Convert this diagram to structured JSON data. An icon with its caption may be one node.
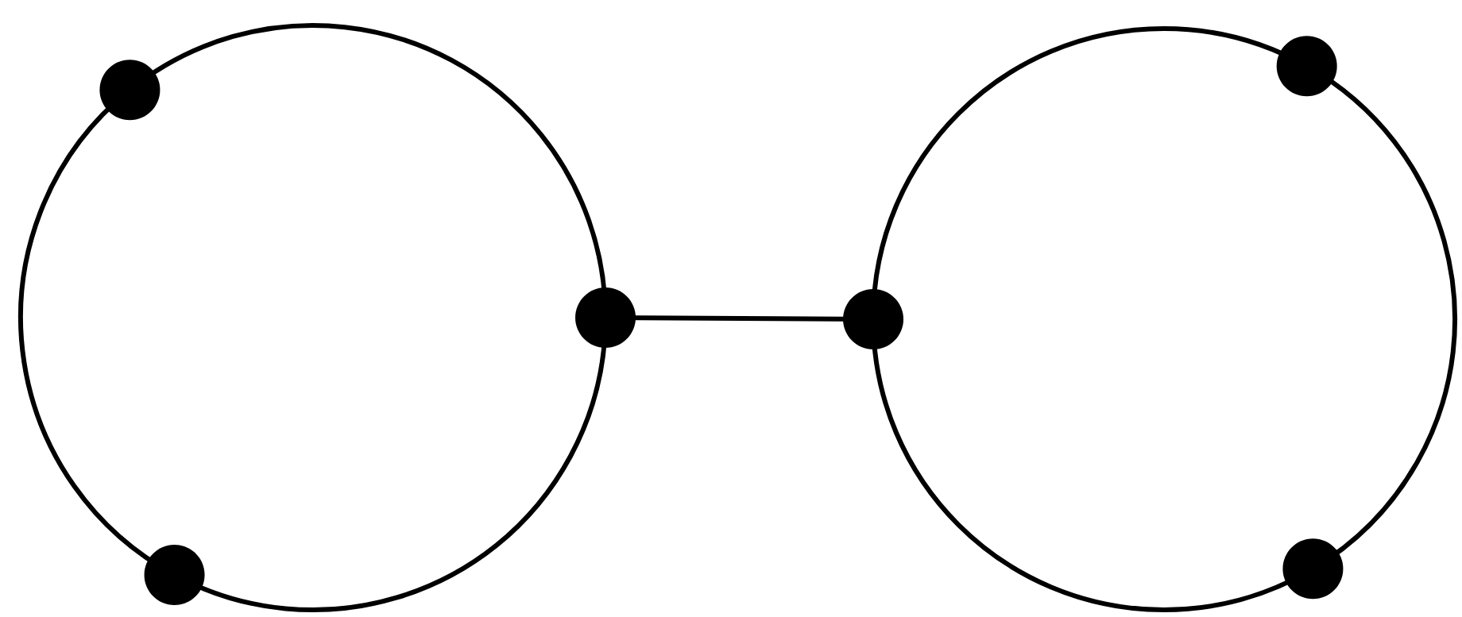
{
  "diagram": {
    "nodes": [
      {
        "text": [],
        "shape": "circle"
      },
      {
        "text": [],
        "shape": "circle"
      },
      {
        "text": [],
        "shape": "circle"
      },
      {
        "text": [],
        "shape": "circle"
      },
      {
        "text": [],
        "shape": "circle"
      },
      {
        "text": [],
        "shape": "circle"
      }
    ],
    "edges": [
      {
        "from": 0,
        "to": 2,
        "arrow": "none"
      },
      {
        "from": 1,
        "to": 2,
        "arrow": "none"
      },
      {
        "from": 0,
        "to": 1,
        "arrow": "none"
      },
      {
        "from": 2,
        "to": 3,
        "arrow": "none"
      },
      {
        "from": 3,
        "to": 4,
        "arrow": "none"
      },
      {
        "from": 4,
        "to": 5,
        "arrow": "none"
      },
      {
        "from": 3,
        "to": 5,
        "arrow": "none"
      }
    ]
  }
}
